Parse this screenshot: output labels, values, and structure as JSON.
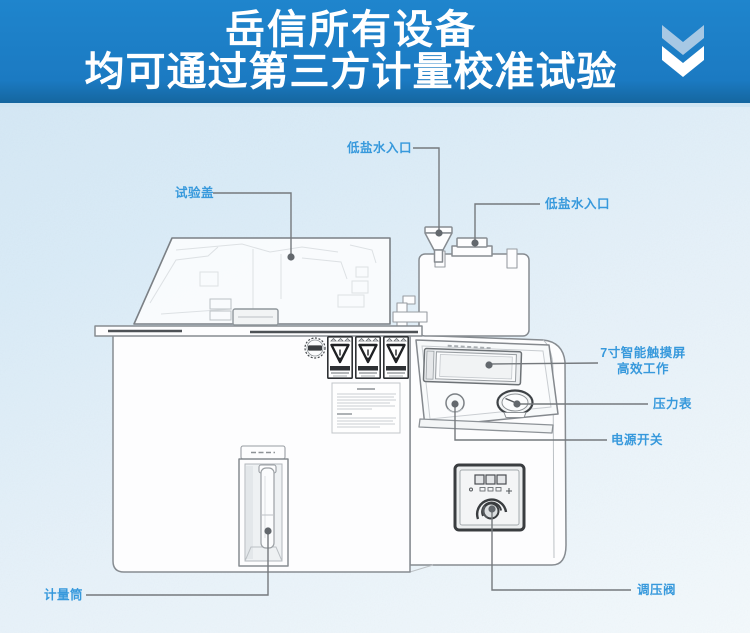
{
  "banner": {
    "line1": "岳信所有设备",
    "line2": "均可通过第三方计量校准试验",
    "bg_color": "#1a7cc4",
    "text_color": "#ffffff",
    "chevron_icon": "double-chevron-down",
    "chevron_top_color": "#a7c8e4",
    "chevron_bottom_color": "#ffffff"
  },
  "diagram": {
    "label_color": "#3799dc",
    "labels": [
      {
        "id": "test-cover",
        "text": "试验盖"
      },
      {
        "id": "low-salt-water-inlet-top",
        "text": "低盐水入口"
      },
      {
        "id": "low-salt-water-inlet-right",
        "text": "低盐水入口"
      },
      {
        "id": "touchscreen",
        "lines": [
          "7寸智能触摸屏",
          "高效工作"
        ]
      },
      {
        "id": "pressure-gauge",
        "text": "压力表"
      },
      {
        "id": "power-switch",
        "text": "电源开关"
      },
      {
        "id": "measuring-cylinder",
        "text": "计量筒"
      },
      {
        "id": "pressure-regulating-valve",
        "text": "调压阀"
      }
    ]
  }
}
